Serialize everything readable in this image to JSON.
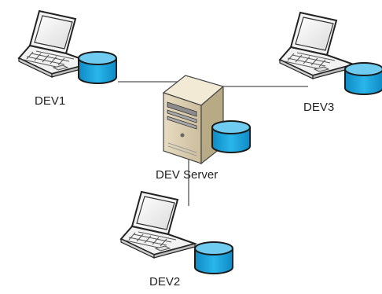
{
  "nodes": {
    "dev1": {
      "label": "DEV1",
      "kind": "laptop",
      "has_database": true
    },
    "dev2": {
      "label": "DEV2",
      "kind": "laptop",
      "has_database": true
    },
    "dev3": {
      "label": "DEV3",
      "kind": "laptop",
      "has_database": true
    },
    "server": {
      "label": "DEV Server",
      "kind": "server-tower",
      "has_database": true
    }
  },
  "links": [
    {
      "from": "dev1",
      "to": "server"
    },
    {
      "from": "dev3",
      "to": "server"
    },
    {
      "from": "dev2",
      "to": "server"
    }
  ],
  "colors": {
    "database_fill": "#1fa8e0",
    "database_top": "#7dd3f2",
    "link": "#555555"
  }
}
